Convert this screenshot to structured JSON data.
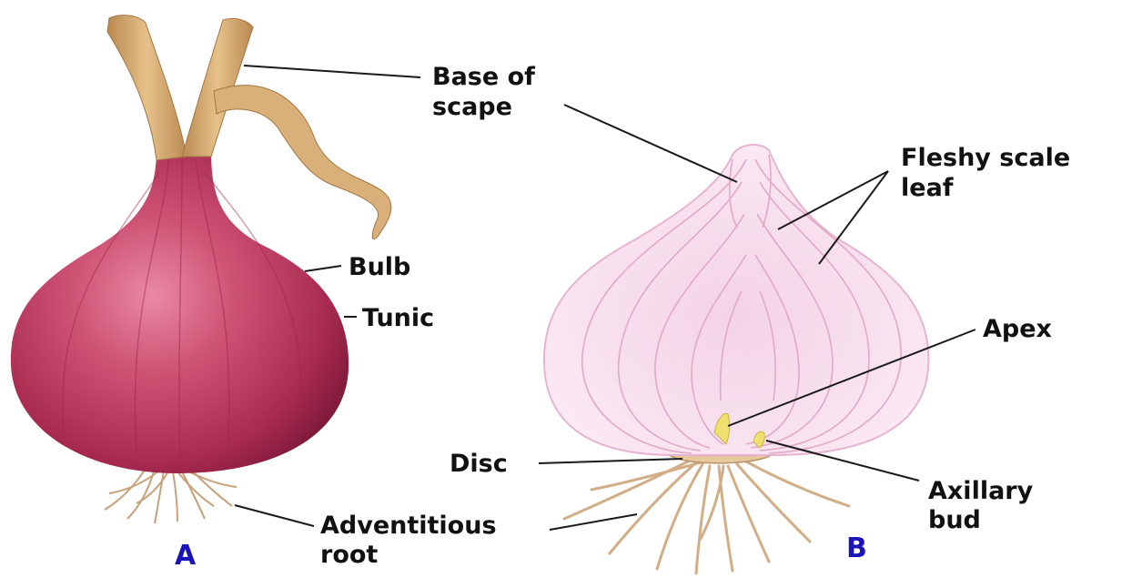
{
  "figure_a": {
    "tag": "A",
    "labels": {
      "base_of_scape": [
        "Base of",
        "scape"
      ],
      "bulb": "Bulb",
      "tunic": "Tunic",
      "adventitious_root": [
        "Adventitious",
        "root"
      ]
    }
  },
  "figure_b": {
    "tag": "B",
    "labels": {
      "fleshy_scale_leaf": [
        "Fleshy scale",
        "leaf"
      ],
      "apex": "Apex",
      "disc": "Disc",
      "axillary_bud": [
        "Axillary",
        "bud"
      ]
    }
  },
  "colors": {
    "tunic": "#b8385c",
    "tunic_light": "#e07a96",
    "scape": "#d4a86a",
    "fleshy_leaf": "#f6dcec",
    "scale_lines": "#e2a8c8",
    "bud": "#f0e070",
    "root": "#c9a37a",
    "tag_color": "#1a14b8"
  }
}
